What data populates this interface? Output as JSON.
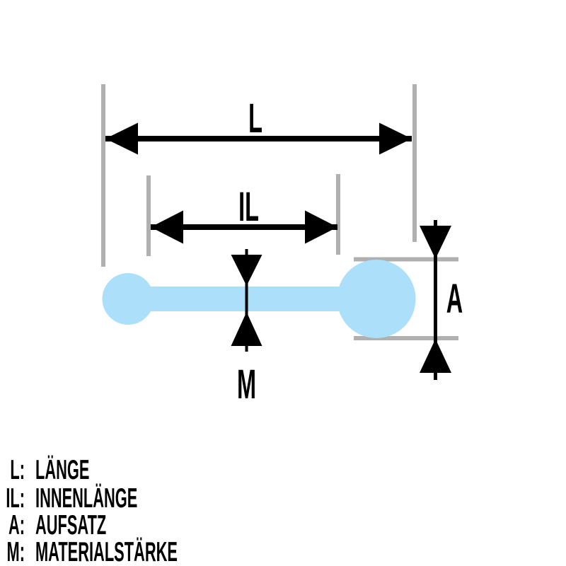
{
  "diagram": {
    "dimension_labels": {
      "length": "L",
      "inner_length": "IL",
      "attachment": "A",
      "material": "M"
    },
    "colors": {
      "barbell_fill": "#ace0fa",
      "extension_line": "#b0b0b0",
      "dimension": "#000000",
      "background": "#ffffff"
    }
  },
  "legend": {
    "items": [
      {
        "abbr": "L:",
        "term": "LÄNGE"
      },
      {
        "abbr": "IL:",
        "term": "INNENLÄNGE"
      },
      {
        "abbr": "A:",
        "term": "AUFSATZ"
      },
      {
        "abbr": "M:",
        "term": "MATERIALSTÄRKE"
      }
    ]
  }
}
